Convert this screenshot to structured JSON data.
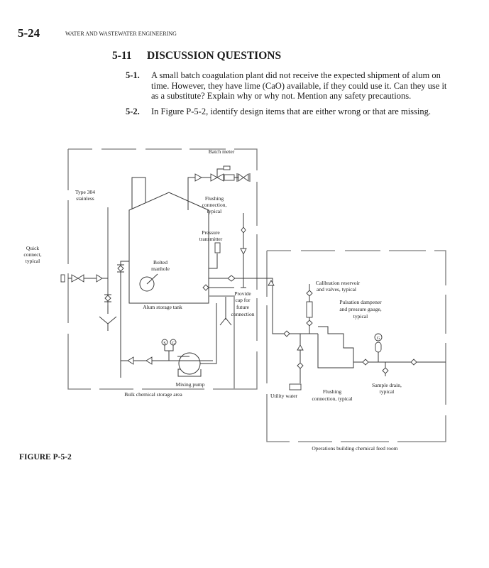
{
  "header": {
    "page_number": "5-24",
    "running_head": "WATER AND WASTEWATER ENGINEERING"
  },
  "section": {
    "number": "5-11",
    "title": "DISCUSSION QUESTIONS"
  },
  "questions": [
    {
      "number": "5-1.",
      "text": "A small batch coagulation plant did not receive the expected shipment of alum on time. However, they have lime (CaO) available, if they could use it. Can they use it as a substitute? Explain why or why not. Mention any safety precautions."
    },
    {
      "number": "5-2.",
      "text": "In Figure P-5-2, identify design items that are either wrong or that are missing."
    }
  ],
  "figure": {
    "caption": "FIGURE P-5-2",
    "labels": {
      "batch_meter": "Batch meter",
      "type304_l1": "Type 304",
      "type304_l2": "stainless",
      "flushing_top_l1": "Flushing",
      "flushing_top_l2": "connection,",
      "flushing_top_l3": "typical",
      "pressure_l1": "Pressure",
      "pressure_l2": "transmitter",
      "quick_l1": "Quick",
      "quick_l2": "connect,",
      "quick_l3": "typical",
      "manhole_l1": "Bolted",
      "manhole_l2": "manhole",
      "tank": "Alum storage tank",
      "cap_l1": "Provide",
      "cap_l2": "cap for",
      "cap_l3": "future",
      "cap_l4": "connection",
      "gauge_s": "S",
      "gauge_g": "G",
      "pump": "Mixing pump",
      "bulk_area": "Bulk chemical storage area",
      "calib_l1": "Calibration reservoir",
      "calib_l2": "and valves, typical",
      "pulse_l1": "Pulsation dampener",
      "pulse_l2": "and pressure gauge,",
      "pulse_l3": "typical",
      "gauge_g2": "G",
      "sample_l1": "Sample drain,",
      "sample_l2": "typical",
      "utility": "Utility water",
      "flushing_bot_l1": "Flushing",
      "flushing_bot_l2": "connection, typical",
      "ops_room": "Operations building chemical feed room"
    }
  }
}
